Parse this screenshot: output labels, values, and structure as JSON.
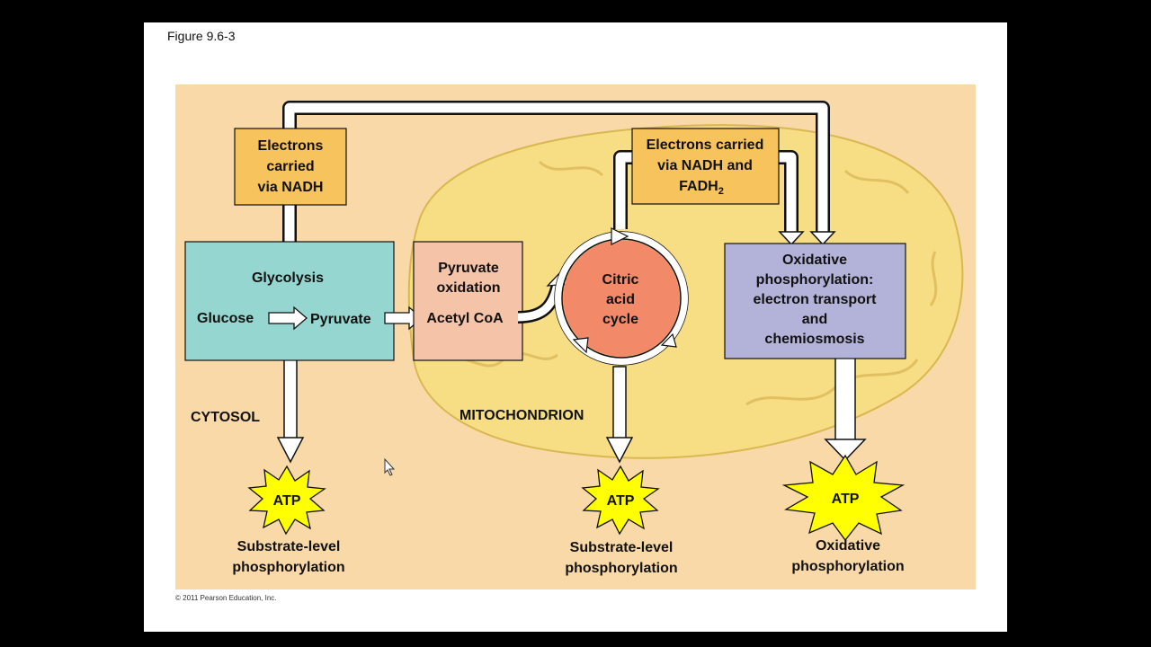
{
  "figure_label": "Figure 9.6-3",
  "copyright": "© 2011 Pearson Education, Inc.",
  "regions": {
    "cytosol": "CYTOSOL",
    "mitochondrion": "MITOCHONDRION"
  },
  "boxes": {
    "electrons_nadh": [
      "Electrons",
      "carried",
      "via NADH"
    ],
    "electrons_nadh_fadh2": [
      "Electrons carried",
      "via NADH and",
      "FADH",
      "2"
    ],
    "glycolysis": {
      "title": "Glycolysis",
      "input": "Glucose",
      "output": "Pyruvate"
    },
    "pyruvate_oxidation": {
      "title_line1": "Pyruvate",
      "title_line2": "oxidation",
      "output": "Acetyl CoA"
    },
    "citric_acid_cycle": [
      "Citric",
      "acid",
      "cycle"
    ],
    "oxidative_phosphorylation": [
      "Oxidative",
      "phosphorylation:",
      "electron transport",
      "and",
      "chemiosmosis"
    ]
  },
  "atp": {
    "label": "ATP",
    "outputs": [
      {
        "line1": "Substrate-level",
        "line2": "phosphorylation"
      },
      {
        "line1": "Substrate-level",
        "line2": "phosphorylation"
      },
      {
        "line1": "Oxidative",
        "line2": "phosphorylation"
      }
    ]
  },
  "colors": {
    "background": "#f9d9a8",
    "mitochondrion": "#f7de84",
    "electron_box": "#f6c35c",
    "glycolysis": "#96d6d0",
    "pyruvate_oxidation": "#f5c3a8",
    "citric_cycle": "#f28a6a",
    "oxidative_box": "#b3b3d9",
    "atp_burst": "#ffff00"
  }
}
